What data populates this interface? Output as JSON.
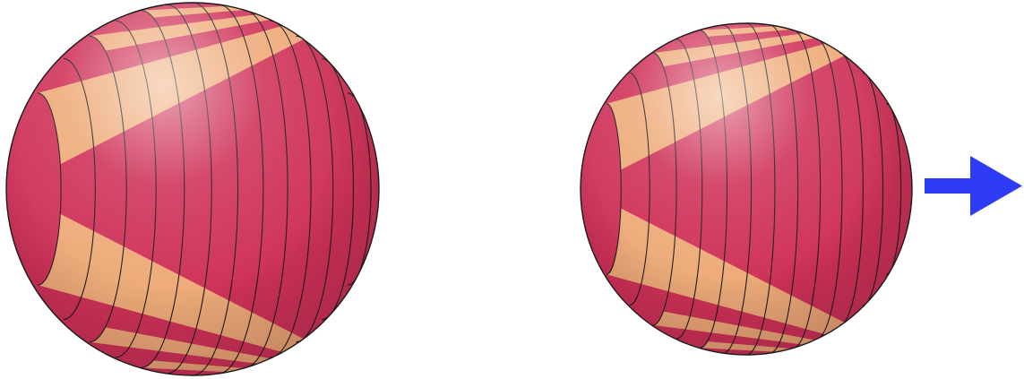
{
  "colors": {
    "background": "#ffffff",
    "stripe_crimson": "#cf3158",
    "stripe_tan": "#eeaa78",
    "stripe_outline": "#1a1a1a",
    "arrow": "#2e3df5"
  },
  "spheres": [
    {
      "name": "left-sphere",
      "band_count": 14
    },
    {
      "name": "right-sphere",
      "band_count": 14
    }
  ],
  "arrow": {
    "icon": "right-arrow-icon",
    "direction": "right"
  }
}
